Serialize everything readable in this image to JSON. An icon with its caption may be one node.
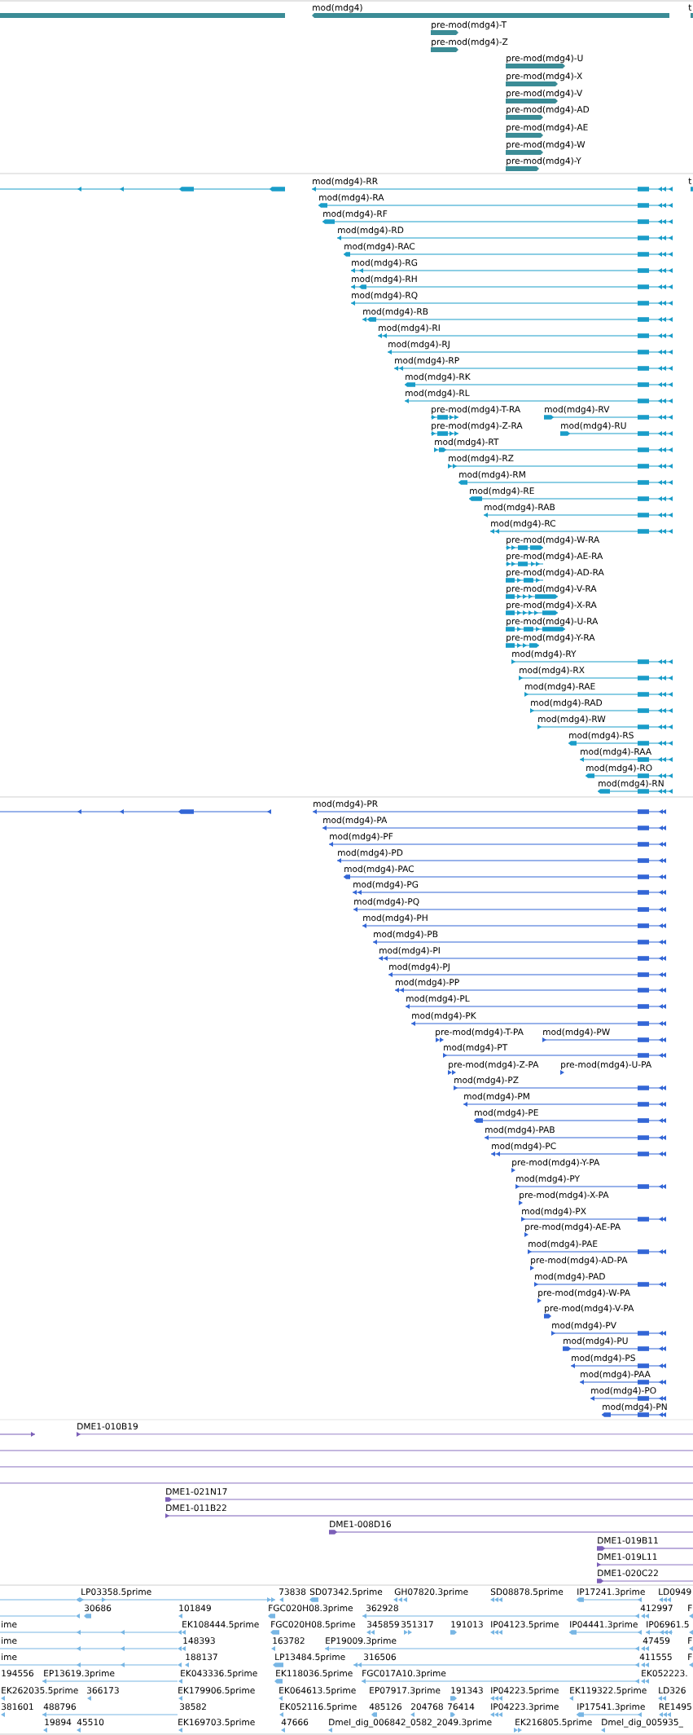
{
  "diagram": {
    "nodes": [
      {
        "text": [],
        "shape": "bar"
      },
      {
        "text": [
          "mod(mdg4)"
        ]
      },
      {
        "text": [
          "t"
        ]
      },
      {
        "text": [
          "pre-mod(mdg4)-T"
        ]
      },
      {
        "text": [
          "pre-mod(mdg4)-Z"
        ]
      },
      {
        "text": [
          "pre-mod(mdg4)-U"
        ]
      },
      {
        "text": [
          "pre-mod(mdg4)-X"
        ]
      },
      {
        "text": [
          "pre-mod(mdg4)-V"
        ]
      },
      {
        "text": [
          "pre-mod(mdg4)-AD"
        ]
      },
      {
        "text": [
          "pre-mod(mdg4)-AE"
        ]
      },
      {
        "text": [
          "pre-mod(mdg4)-W"
        ]
      },
      {
        "text": [
          "pre-mod(mdg4)-Y"
        ]
      },
      {
        "text": [],
        "shape": "line"
      },
      {
        "text": [
          "mod(mdg4)-RR"
        ]
      },
      {
        "text": [
          "t"
        ]
      },
      {
        "text": [
          "mod(mdg4)-RA"
        ]
      },
      {
        "text": [
          "mod(mdg4)-RF"
        ]
      },
      {
        "text": [
          "mod(mdg4)-RD"
        ]
      },
      {
        "text": [
          "mod(mdg4)-RAC"
        ]
      },
      {
        "text": [
          "mod(mdg4)-RG"
        ]
      },
      {
        "text": [
          "mod(mdg4)-RH"
        ]
      },
      {
        "text": [
          "mod(mdg4)-RQ"
        ]
      },
      {
        "text": [
          "mod(mdg4)-RB"
        ]
      },
      {
        "text": [
          "mod(mdg4)-RI"
        ]
      },
      {
        "text": [
          "mod(mdg4)-RJ"
        ]
      },
      {
        "text": [
          "mod(mdg4)-RP"
        ]
      },
      {
        "text": [
          "mod(mdg4)-RK"
        ]
      },
      {
        "text": [
          "mod(mdg4)-RL"
        ]
      },
      {
        "text": [
          "pre-mod(mdg4)-T-RA"
        ]
      },
      {
        "text": [
          "mod(mdg4)-RV"
        ]
      },
      {
        "text": [
          "pre-mod(mdg4)-Z-RA"
        ]
      },
      {
        "text": [
          "mod(mdg4)-RU"
        ]
      },
      {
        "text": [
          "mod(mdg4)-RT"
        ]
      },
      {
        "text": [
          "mod(mdg4)-RZ"
        ]
      },
      {
        "text": [
          "mod(mdg4)-RM"
        ]
      },
      {
        "text": [
          "mod(mdg4)-RE"
        ]
      },
      {
        "text": [
          "mod(mdg4)-RAB"
        ]
      },
      {
        "text": [
          "mod(mdg4)-RC"
        ]
      },
      {
        "text": [
          "pre-mod(mdg4)-W-RA"
        ]
      },
      {
        "text": [
          "pre-mod(mdg4)-AE-RA"
        ]
      },
      {
        "text": [
          "pre-mod(mdg4)-AD-RA"
        ]
      },
      {
        "text": [
          "pre-mod(mdg4)-V-RA"
        ]
      },
      {
        "text": [
          "pre-mod(mdg4)-X-RA"
        ]
      },
      {
        "text": [
          "pre-mod(mdg4)-U-RA"
        ]
      },
      {
        "text": [
          "pre-mod(mdg4)-Y-RA"
        ]
      },
      {
        "text": [
          "mod(mdg4)-RY"
        ]
      },
      {
        "text": [
          "mod(mdg4)-RX"
        ]
      },
      {
        "text": [
          "mod(mdg4)-RAE"
        ]
      },
      {
        "text": [
          "mod(mdg4)-RAD"
        ]
      },
      {
        "text": [
          "mod(mdg4)-RW"
        ]
      },
      {
        "text": [
          "mod(mdg4)-RS"
        ]
      },
      {
        "text": [
          "mod(mdg4)-RAA"
        ]
      },
      {
        "text": [
          "mod(mdg4)-RO"
        ]
      },
      {
        "text": [
          "mod(mdg4)-RN"
        ]
      },
      {
        "text": [],
        "shape": "line"
      },
      {
        "text": [
          "mod(mdg4)-PR"
        ]
      },
      {
        "text": [
          "mod(mdg4)-PA"
        ]
      },
      {
        "text": [
          "mod(mdg4)-PF"
        ]
      },
      {
        "text": [
          "mod(mdg4)-PD"
        ]
      },
      {
        "text": [
          "mod(mdg4)-PAC"
        ]
      },
      {
        "text": [
          "mod(mdg4)-PG"
        ]
      },
      {
        "text": [
          "mod(mdg4)-PQ"
        ]
      },
      {
        "text": [
          "mod(mdg4)-PH"
        ]
      },
      {
        "text": [
          "mod(mdg4)-PB"
        ]
      },
      {
        "text": [
          "mod(mdg4)-PI"
        ]
      },
      {
        "text": [
          "mod(mdg4)-PJ"
        ]
      },
      {
        "text": [
          "mod(mdg4)-PP"
        ]
      },
      {
        "text": [
          "mod(mdg4)-PL"
        ]
      },
      {
        "text": [
          "mod(mdg4)-PK"
        ]
      },
      {
        "text": [
          "pre-mod(mdg4)-T-PA"
        ]
      },
      {
        "text": [
          "mod(mdg4)-PW"
        ]
      },
      {
        "text": [
          "mod(mdg4)-PT"
        ]
      },
      {
        "text": [
          "pre-mod(mdg4)-Z-PA"
        ]
      },
      {
        "text": [
          "pre-mod(mdg4)-U-PA"
        ]
      },
      {
        "text": [
          "mod(mdg4)-PZ"
        ]
      },
      {
        "text": [
          "mod(mdg4)-PM"
        ]
      },
      {
        "text": [
          "mod(mdg4)-PE"
        ]
      },
      {
        "text": [
          "mod(mdg4)-PAB"
        ]
      },
      {
        "text": [
          "mod(mdg4)-PC"
        ]
      },
      {
        "text": [
          "pre-mod(mdg4)-Y-PA"
        ]
      },
      {
        "text": [
          "mod(mdg4)-PY"
        ]
      },
      {
        "text": [
          "pre-mod(mdg4)-X-PA"
        ]
      },
      {
        "text": [
          "mod(mdg4)-PX"
        ]
      },
      {
        "text": [
          "pre-mod(mdg4)-AE-PA"
        ]
      },
      {
        "text": [
          "mod(mdg4)-PAE"
        ]
      },
      {
        "text": [
          "pre-mod(mdg4)-AD-PA"
        ]
      },
      {
        "text": [
          "mod(mdg4)-PAD"
        ]
      },
      {
        "text": [
          "pre-mod(mdg4)-W-PA"
        ]
      },
      {
        "text": [
          "pre-mod(mdg4)-V-PA"
        ]
      },
      {
        "text": [
          "mod(mdg4)-PV"
        ]
      },
      {
        "text": [
          "mod(mdg4)-PU"
        ]
      },
      {
        "text": [
          "mod(mdg4)-PS"
        ]
      },
      {
        "text": [
          "mod(mdg4)-PAA"
        ]
      },
      {
        "text": [
          "mod(mdg4)-PO"
        ]
      },
      {
        "text": [
          "mod(mdg4)-PN"
        ]
      },
      {
        "text": [],
        "shape": "line"
      },
      {
        "text": [
          "DME1-010B19"
        ]
      },
      {
        "text": [],
        "shape": "line"
      },
      {
        "text": [],
        "shape": "line"
      },
      {
        "text": [],
        "shape": "line"
      },
      {
        "text": [
          "DME1-021N17"
        ]
      },
      {
        "text": [
          "DME1-011B22"
        ]
      },
      {
        "text": [
          "DME1-008D16"
        ]
      },
      {
        "text": [
          "DME1-019B11"
        ]
      },
      {
        "text": [
          "DME1-019L11"
        ]
      },
      {
        "text": [
          "DME1-020C22"
        ]
      },
      {
        "text": [],
        "shape": "line"
      },
      {
        "text": [
          "LP03358.5prime"
        ]
      },
      {
        "text": [
          "73838"
        ]
      },
      {
        "text": [
          "SD07342.5prime"
        ]
      },
      {
        "text": [
          "GH07820.3prime"
        ]
      },
      {
        "text": [
          "SD08878.5prime"
        ]
      },
      {
        "text": [
          "IP17241.3prime"
        ]
      },
      {
        "text": [
          "LD0949"
        ]
      },
      {
        "text": [],
        "shape": "line"
      },
      {
        "text": [
          "30686"
        ]
      },
      {
        "text": [
          "101849"
        ]
      },
      {
        "text": [
          "FGC020H08.3prime"
        ]
      },
      {
        "text": [
          "362928"
        ]
      },
      {
        "text": [
          "412997"
        ]
      },
      {
        "text": [
          "F"
        ]
      },
      {
        "text": [
          "ime"
        ]
      },
      {
        "text": [
          "EK108444.5prime"
        ]
      },
      {
        "text": [
          "FGC020H08.5prime"
        ]
      },
      {
        "text": [
          "345859"
        ]
      },
      {
        "text": [
          "351317"
        ]
      },
      {
        "text": [
          "191013"
        ]
      },
      {
        "text": [
          "IP04123.5prime"
        ]
      },
      {
        "text": [
          "IP04441.3prime"
        ]
      },
      {
        "text": [
          "IP06961.5"
        ]
      },
      {
        "text": [],
        "shape": "line"
      },
      {
        "text": [
          "ime"
        ]
      },
      {
        "text": [
          "148393"
        ]
      },
      {
        "text": [
          "163782"
        ]
      },
      {
        "text": [
          "EP19009.3prime"
        ]
      },
      {
        "text": [
          "47459"
        ]
      },
      {
        "text": [
          "F"
        ]
      },
      {
        "text": [
          "ime"
        ]
      },
      {
        "text": [
          "188137"
        ]
      },
      {
        "text": [
          "LP13484.5prime"
        ]
      },
      {
        "text": [
          "316506"
        ]
      },
      {
        "text": [
          "411555"
        ]
      },
      {
        "text": [
          "F"
        ]
      },
      {
        "text": [
          "194556"
        ]
      },
      {
        "text": [
          "EP13619.3prime"
        ]
      },
      {
        "text": [
          "EK043336.5prime"
        ]
      },
      {
        "text": [
          "EK118036.5prime"
        ]
      },
      {
        "text": [
          "FGC017A10.3prime"
        ]
      },
      {
        "text": [
          "EK052223."
        ]
      },
      {
        "text": [
          "EK262035.5prime"
        ]
      },
      {
        "text": [
          "366173"
        ]
      },
      {
        "text": [
          "EK179906.5prime"
        ]
      },
      {
        "text": [
          "EK064613.5prime"
        ]
      },
      {
        "text": [
          "EP07917.3prime"
        ]
      },
      {
        "text": [
          "191343"
        ]
      },
      {
        "text": [
          "IP04223.5prime"
        ]
      },
      {
        "text": [
          "EK119322.5prime"
        ]
      },
      {
        "text": [
          "LD326"
        ]
      },
      {
        "text": [
          "381601"
        ]
      },
      {
        "text": [
          "488796"
        ]
      },
      {
        "text": [
          "38582"
        ]
      },
      {
        "text": [
          "EK052116.5prime"
        ]
      },
      {
        "text": [
          "485126"
        ]
      },
      {
        "text": [
          "204768"
        ]
      },
      {
        "text": [
          "76414"
        ]
      },
      {
        "text": [
          "IP04223.3prime"
        ]
      },
      {
        "text": [
          "IP17541.3prime"
        ]
      },
      {
        "text": [
          "RE1495"
        ]
      },
      {
        "text": [
          "19894"
        ]
      },
      {
        "text": [
          "45510"
        ]
      },
      {
        "text": [
          "EK169703.5prime"
        ]
      },
      {
        "text": [
          "47666"
        ]
      },
      {
        "text": [
          "Dmel_dig_006842_0582_2049.3prime"
        ]
      },
      {
        "text": [
          "EK216805.5prime"
        ]
      },
      {
        "text": [
          "Dmel_dig_005935_"
        ]
      }
    ]
  }
}
